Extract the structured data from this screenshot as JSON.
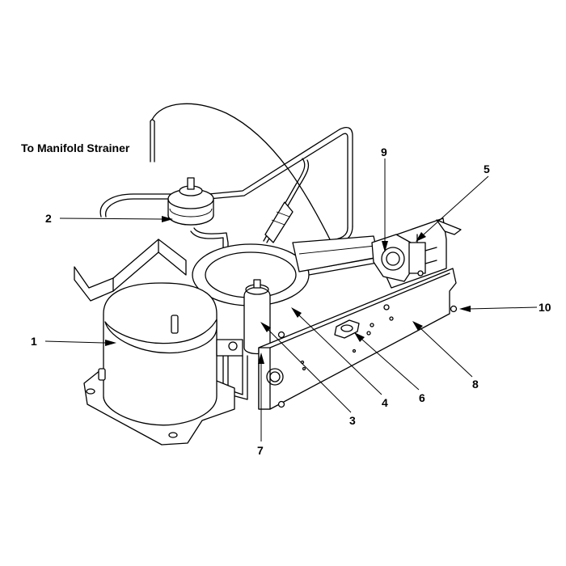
{
  "diagram": {
    "caption": "To Manifold Strainer",
    "callouts": [
      {
        "id": "c1",
        "label": "1"
      },
      {
        "id": "c2",
        "label": "2"
      },
      {
        "id": "c3",
        "label": "3"
      },
      {
        "id": "c4",
        "label": "4"
      },
      {
        "id": "c5",
        "label": "5"
      },
      {
        "id": "c6",
        "label": "6"
      },
      {
        "id": "c7",
        "label": "7"
      },
      {
        "id": "c8",
        "label": "8"
      },
      {
        "id": "c9",
        "label": "9"
      },
      {
        "id": "c10",
        "label": "10"
      }
    ]
  }
}
